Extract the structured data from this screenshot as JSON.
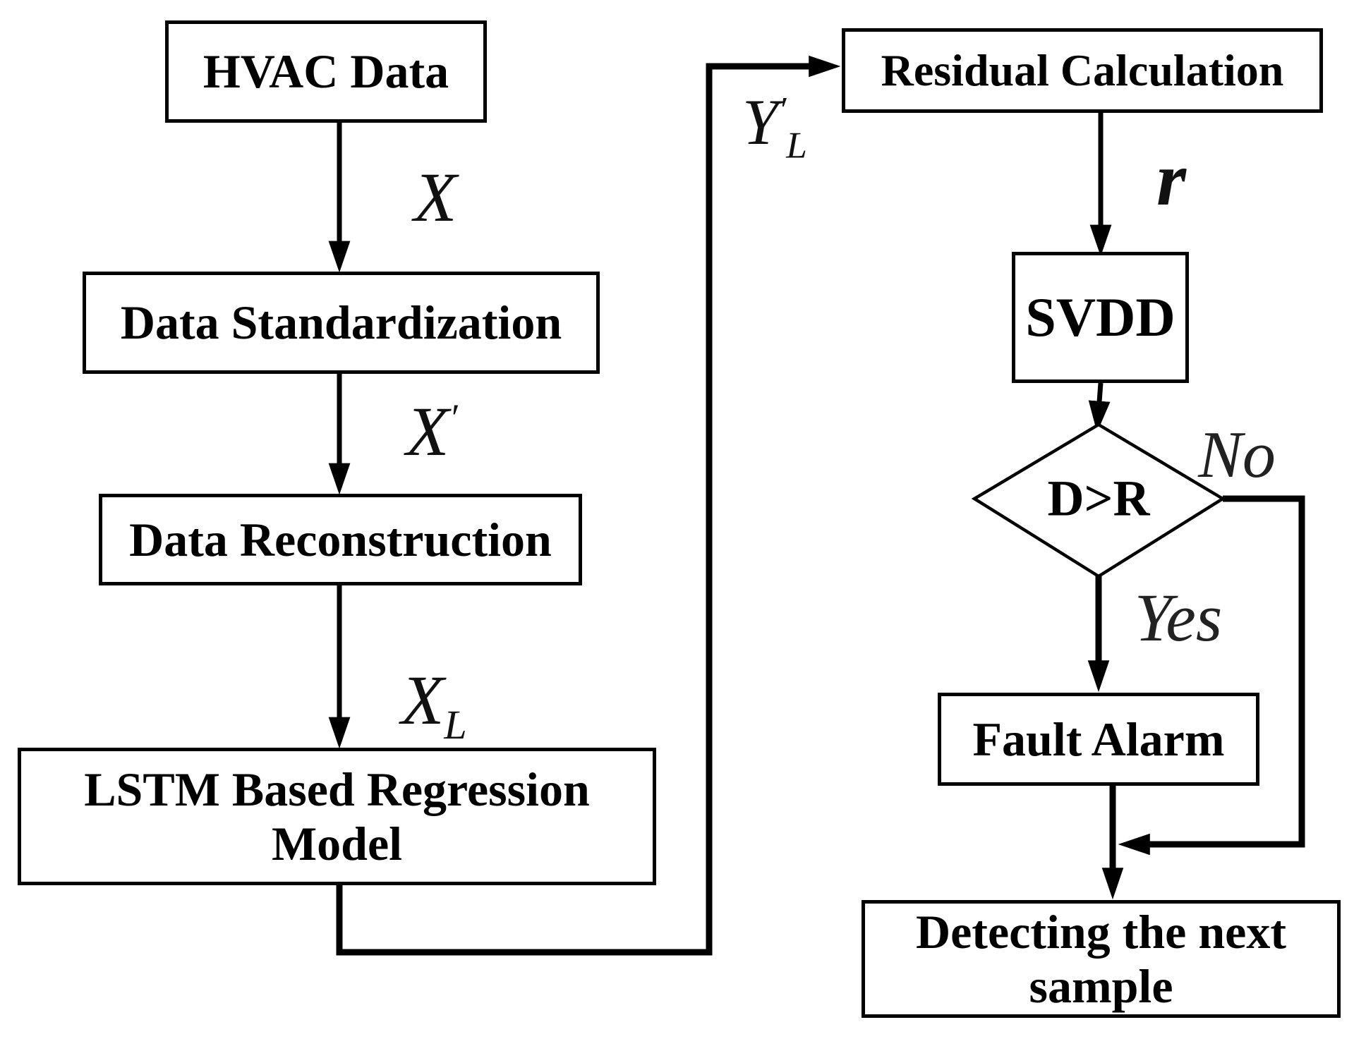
{
  "diagram": {
    "type": "flowchart",
    "background_color": "#ffffff",
    "line_color": "#000000",
    "text_color": "#000000"
  },
  "nodes": {
    "hvac": {
      "label": "HVAC Data"
    },
    "standardization": {
      "label": "Data Standardization"
    },
    "reconstruction": {
      "label": "Data Reconstruction"
    },
    "lstm": {
      "line1": "LSTM Based Regression",
      "line2": "Model"
    },
    "residual": {
      "label": "Residual Calculation"
    },
    "svdd": {
      "label": "SVDD"
    },
    "decision": {
      "label": "D>R"
    },
    "fault": {
      "label": "Fault Alarm"
    },
    "detect": {
      "line1": "Detecting the next",
      "line2": "sample"
    }
  },
  "edge_labels": {
    "x": {
      "base": "X"
    },
    "x_prime": {
      "base": "X",
      "prime": "′"
    },
    "x_l": {
      "base": "X",
      "sub": "L"
    },
    "y_l_prime": {
      "base": "Y",
      "prime": "′",
      "sub": "L"
    },
    "r": {
      "base": "r"
    },
    "no": {
      "label": "No"
    },
    "yes": {
      "label": "Yes"
    }
  }
}
